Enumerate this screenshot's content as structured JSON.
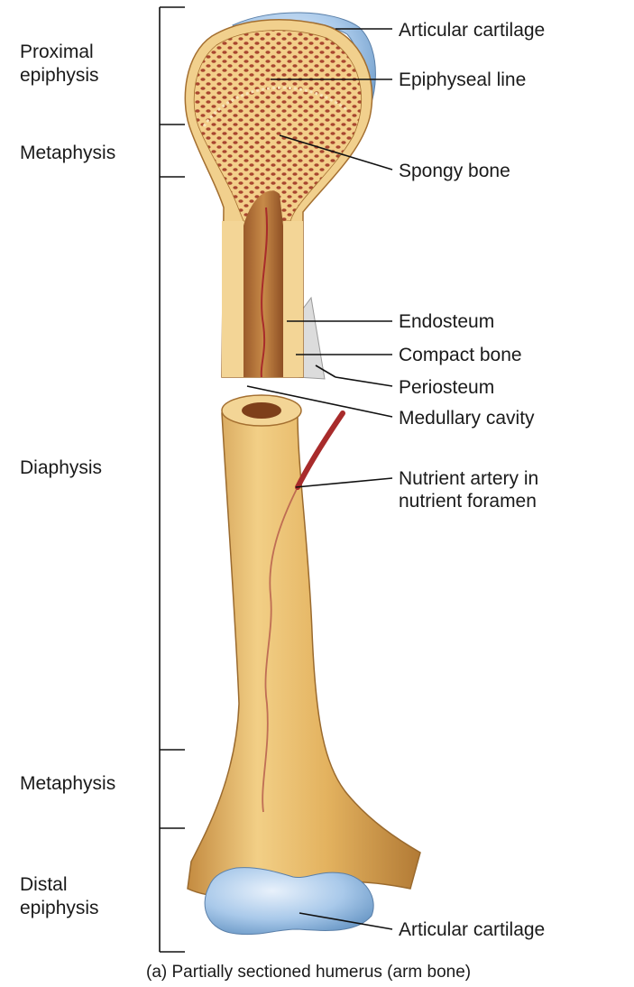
{
  "regions": {
    "proximal_epiphysis": [
      "Proximal",
      "epiphysis"
    ],
    "proximal_metaphysis": "Metaphysis",
    "diaphysis": "Diaphysis",
    "distal_metaphysis": "Metaphysis",
    "distal_epiphysis": [
      "Distal",
      "epiphysis"
    ]
  },
  "labels": {
    "articular_cartilage_top": "Articular cartilage",
    "epiphyseal_line": "Epiphyseal line",
    "spongy_bone": "Spongy bone",
    "endosteum": "Endosteum",
    "compact_bone": "Compact bone",
    "periosteum": "Periosteum",
    "medullary_cavity": "Medullary cavity",
    "nutrient_artery": [
      "Nutrient artery in",
      "nutrient foramen"
    ],
    "articular_cartilage_bottom": "Articular cartilage"
  },
  "caption": "(a) Partially sectioned humerus (arm bone)",
  "colors": {
    "bone": "#e3b25f",
    "bone_light": "#f5d99a",
    "bone_shadow": "#b9823a",
    "spongy": "#a8462f",
    "cartilage": "#a9c9ea",
    "artery": "#a82b2b",
    "periosteum": "#d7d7d7"
  }
}
